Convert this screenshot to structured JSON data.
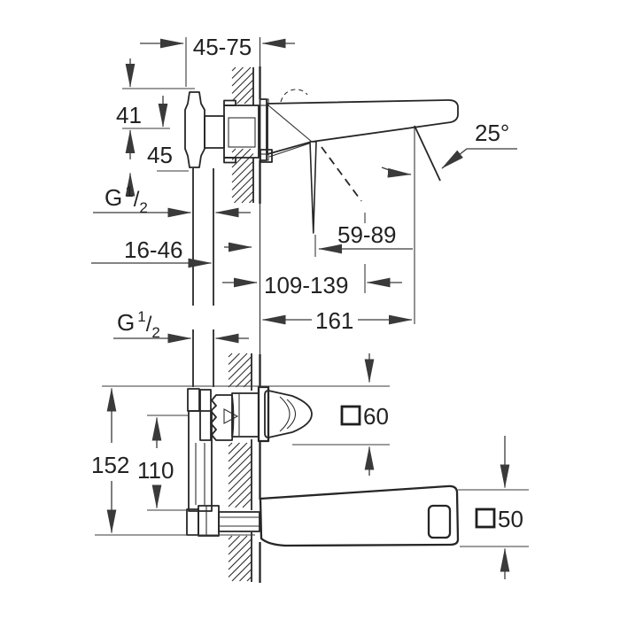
{
  "colors": {
    "background": "#ffffff",
    "object_line": "#262626",
    "dimension_line": "#3a3a3a",
    "text": "#222222"
  },
  "thread_label": {
    "prefix": "G",
    "numerator": "1",
    "slash": "/",
    "denominator": "2"
  },
  "top_view": {
    "dim_rough_in_depth": "45-75",
    "dim_inlet_offset_top": "41",
    "dim_inlet_offset_bottom": "45",
    "dim_connection_to_wall": "16-46",
    "dim_stream_reach": "59-89",
    "dim_spout_projection": "109-139",
    "dim_spout_tip_reach": "161",
    "dim_stream_angle": "25°"
  },
  "front_view": {
    "dim_total_height": "152",
    "dim_port_spacing": "110",
    "dim_escutcheon_square": "60",
    "dim_lever_square": "50"
  }
}
